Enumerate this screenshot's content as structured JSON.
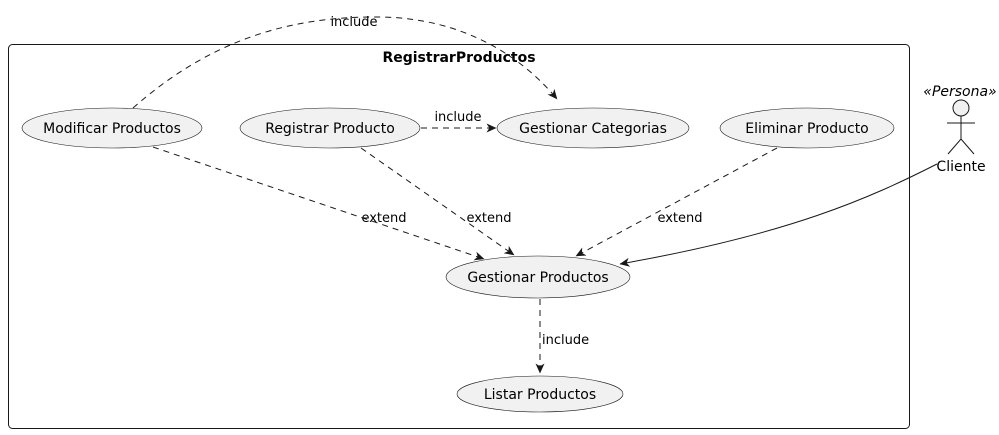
{
  "diagram": {
    "type": "uml-use-case-diagram",
    "system_boundary": {
      "title": "RegistrarProductos"
    },
    "use_cases": [
      {
        "id": "modificar-productos",
        "label": "Modificar Productos"
      },
      {
        "id": "registrar-producto",
        "label": "Registrar Producto"
      },
      {
        "id": "gestionar-categorias",
        "label": "Gestionar Categorias"
      },
      {
        "id": "eliminar-producto",
        "label": "Eliminar Producto"
      },
      {
        "id": "gestionar-productos",
        "label": "Gestionar Productos"
      },
      {
        "id": "listar-productos",
        "label": "Listar Productos"
      }
    ],
    "actor": {
      "stereotype": "«Persona»",
      "name": "Cliente"
    },
    "relations": [
      {
        "from": "Modificar Productos",
        "to": "Gestionar Categorias",
        "label": "include",
        "style": "dashed"
      },
      {
        "from": "Registrar Producto",
        "to": "Gestionar Categorias",
        "label": "include",
        "style": "dashed"
      },
      {
        "from": "Modificar Productos",
        "to": "Gestionar Productos",
        "label": "extend",
        "style": "dashed"
      },
      {
        "from": "Registrar Producto",
        "to": "Gestionar Productos",
        "label": "extend",
        "style": "dashed"
      },
      {
        "from": "Eliminar Producto",
        "to": "Gestionar Productos",
        "label": "extend",
        "style": "dashed"
      },
      {
        "from": "Cliente",
        "to": "Gestionar Productos",
        "label": "",
        "style": "solid"
      },
      {
        "from": "Gestionar Productos",
        "to": "Listar Productos",
        "label": "include",
        "style": "dashed"
      }
    ],
    "colors": {
      "ellipse_fill": "#F1F1F1",
      "stroke": "#181818",
      "text": "#000000",
      "background": "#FFFFFF"
    }
  }
}
